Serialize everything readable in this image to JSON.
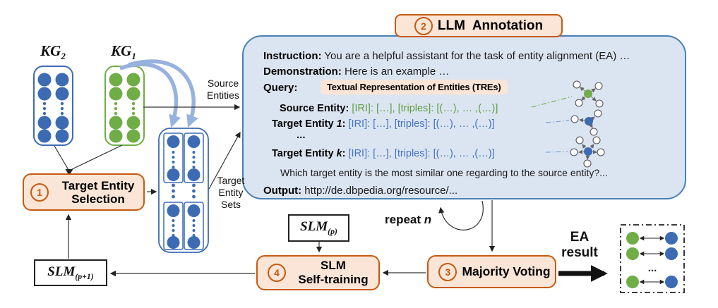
{
  "colors": {
    "entity_blue": "#3d6bb3",
    "entity_green": "#70ad47",
    "peach_fill": "#fbe5d6",
    "orange_border": "#c55a11",
    "llm_fill": "#dbe5f2",
    "llm_border": "#4a7fb5",
    "arrow_lightblue": "#97b2dd",
    "green_text": "#5f9e41",
    "blue_text": "#4472c4"
  },
  "kg2": {
    "base": "KG",
    "sub": "2"
  },
  "kg1": {
    "base": "KG",
    "sub": "1"
  },
  "labels": {
    "source_entities": "Source Entities",
    "target_entity_sets": "Target Entity Sets",
    "repeat_prefix": "repeat ",
    "repeat_var": "n",
    "ea_line1": "EA",
    "ea_line2": "result",
    "ea_dots": "..."
  },
  "steps": {
    "selection": {
      "num": "1",
      "label": "Target Entity Selection"
    },
    "llm": {
      "num": "2",
      "label": "LLM  Annotation"
    },
    "majority": {
      "num": "3",
      "label": "Majority Voting"
    },
    "self_training": {
      "num": "4",
      "line1": "SLM",
      "line2": "Self-training"
    }
  },
  "llm_box": {
    "instruction_label": "Instruction:",
    "instruction_text": " You are a helpful assistant for the task of entity alignment (EA) …",
    "demonstration_label": "Demonstration:",
    "demonstration_text": " Here is an example …",
    "query_label": "Query:",
    "tre_badge": "Textual Representation of Entities (TREs)",
    "source_label": "Source Entity:",
    "source_value": "[IRI]: […], [triples]: [(…), … ,(…)]",
    "target_base": "Target Entity ",
    "target1_index": "1",
    "targetk_index": "k",
    "colon": ":",
    "target1_value": "[IRI]: […], [triples]: [(…), … ,(…)]",
    "targetk_value": "[IRI]: […], [triples]: [(…), … ,(…)]",
    "ellipsis": "...",
    "question": "Which target entity is the most similar one regarding to the source entity?...",
    "output_label": "Output:",
    "output_text": " http://de.dbpedia.org/resource/..."
  },
  "slm": {
    "base": "SLM",
    "p_sub": "(p)",
    "p1_sub": "(p+1)"
  }
}
